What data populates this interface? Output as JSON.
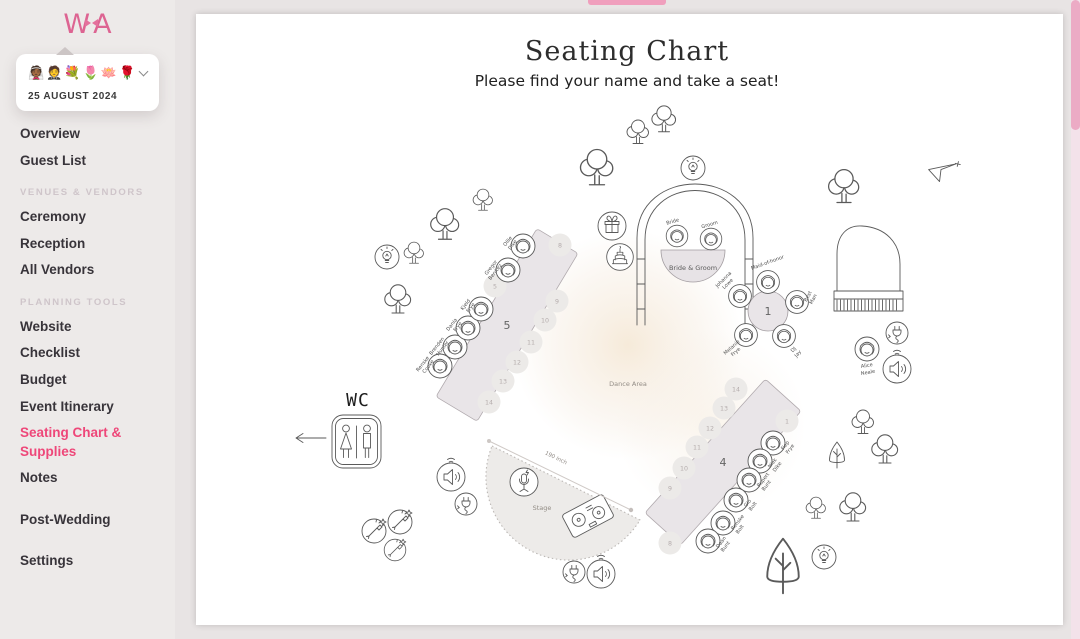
{
  "brand": {
    "logo_left": "W",
    "logo_right": "A"
  },
  "event_card": {
    "emojis": [
      "👰🏾",
      "🤵",
      "💐",
      "🌷",
      "🪷",
      "🌹"
    ],
    "date": "25 AUGUST 2024"
  },
  "sidebar": {
    "primary": [
      "Overview",
      "Guest List"
    ],
    "sections": [
      {
        "label": "VENUES & VENDORS",
        "items": [
          "Ceremony",
          "Reception",
          "All Vendors"
        ]
      },
      {
        "label": "PLANNING TOOLS",
        "items": [
          "Website",
          "Checklist",
          "Budget",
          "Event Itinerary",
          "Seating Chart & Supplies",
          "Notes"
        ]
      }
    ],
    "secondary": [
      "Post-Wedding",
      "Settings"
    ],
    "active_item": "Seating Chart & Supplies"
  },
  "colors": {
    "accent_pink": "#ee4779",
    "sidebar_bg": "#edeae9",
    "canvas_backdrop": "#e8e4e4",
    "table_fill": "#e9e5e8",
    "scrollbar_pink": "#f09fbd"
  },
  "canvas": {
    "title": "Seating Chart",
    "subtitle": "Please find your name and take a seat!",
    "dance_area": "Dance Area",
    "stage": "Stage",
    "wc": "WC",
    "dimension": "190 inch",
    "head_table": {
      "bride": "Bride",
      "groom": "Groom",
      "label": "Bride & Groom"
    },
    "round_table": {
      "number": "1",
      "seats": [
        {
          "line1": "Maid-of-honor",
          "line2": ""
        },
        {
          "line1": "Best",
          "line2": "Man"
        },
        {
          "line1": "DJ",
          "line2": "Jay"
        },
        {
          "line1": "Melanie",
          "line2": "Frye"
        },
        {
          "line1": "Johanna",
          "line2": "Lowe"
        }
      ]
    },
    "table5": {
      "number": "5",
      "occupied": [
        {
          "line1": "Renske",
          "line2": "Cooke"
        },
        {
          "line1": "Brenden",
          "line2": "Hunter"
        },
        {
          "line1": "Dania",
          "line2": "Frye"
        },
        {
          "line1": "Kjeld",
          "line2": "Frye"
        },
        {
          "line1": "Gregor",
          "line2": "Benitez"
        },
        {
          "line1": "Ollie",
          "line2": "Dike"
        }
      ],
      "empty": [
        "5",
        "8",
        "9",
        "10",
        "11",
        "12",
        "13",
        "14"
      ]
    },
    "table4": {
      "number": "4",
      "occupied": [
        {
          "line1": "Fiep",
          "line2": "Frye"
        },
        {
          "line1": "Niek",
          "line2": "Dike"
        },
        {
          "line1": "Rupert",
          "line2": "Bunt"
        },
        {
          "line1": "Gio",
          "line2": "Bolt"
        },
        {
          "line1": "Renske",
          "line2": "Bolt"
        },
        {
          "line1": "Daan",
          "line2": "Bunt"
        }
      ],
      "empty": [
        "1",
        "8",
        "9",
        "10",
        "11",
        "12",
        "13",
        "14"
      ]
    },
    "pianist": {
      "line1": "Alice",
      "line2": "Neale"
    }
  },
  "icons": [
    "lightbulb",
    "speaker",
    "power-plug",
    "microphone",
    "gift",
    "cake",
    "fireworks",
    "tree",
    "restroom-sign",
    "dj-controller",
    "grand-piano",
    "cursor-arrow",
    "chevron-down",
    "arrow-left",
    "bow"
  ]
}
